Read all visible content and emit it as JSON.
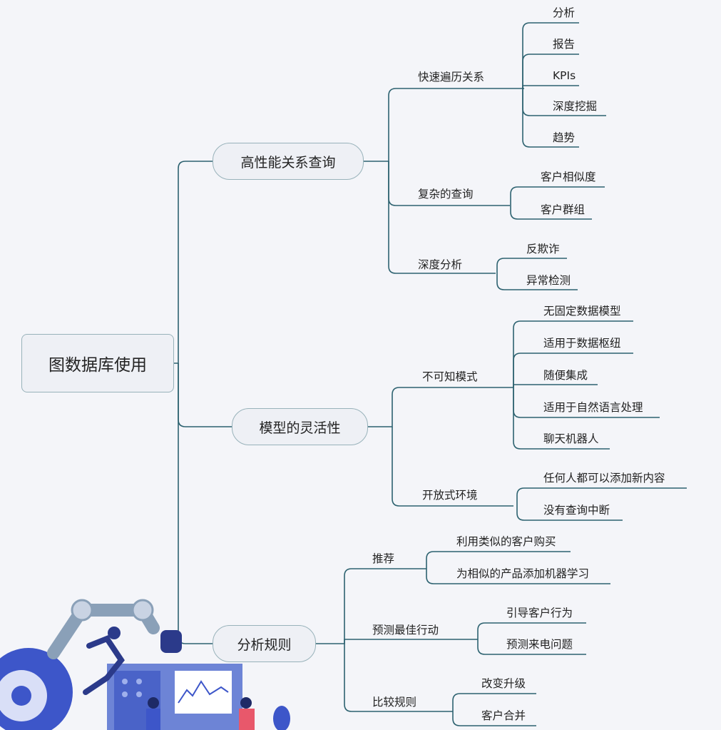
{
  "root": "图数据库使用",
  "branches": [
    {
      "label": "高性能关系查询",
      "groups": [
        {
          "label": "快速遍历关系",
          "items": [
            "分析",
            "报告",
            "KPIs",
            "深度挖掘",
            "趋势"
          ]
        },
        {
          "label": "复杂的查询",
          "items": [
            "客户相似度",
            "客户群组"
          ]
        },
        {
          "label": "深度分析",
          "items": [
            "反欺诈",
            "异常检测"
          ]
        }
      ]
    },
    {
      "label": "模型的灵活性",
      "groups": [
        {
          "label": "不可知模式",
          "items": [
            "无固定数据模型",
            "适用于数据枢纽",
            "随便集成",
            "适用于自然语言处理",
            "聊天机器人"
          ]
        },
        {
          "label": "开放式环境",
          "items": [
            "任何人都可以添加新内容",
            "没有查询中断"
          ]
        }
      ]
    },
    {
      "label": "分析规则",
      "groups": [
        {
          "label": "推荐",
          "items": [
            "利用类似的客户购买",
            "为相似的产品添加机器学习"
          ]
        },
        {
          "label": "预测最佳行动",
          "items": [
            "引导客户行为",
            "预测来电问题"
          ]
        },
        {
          "label": "比较规则",
          "items": [
            "改变升级",
            "客户合并"
          ]
        }
      ]
    }
  ]
}
